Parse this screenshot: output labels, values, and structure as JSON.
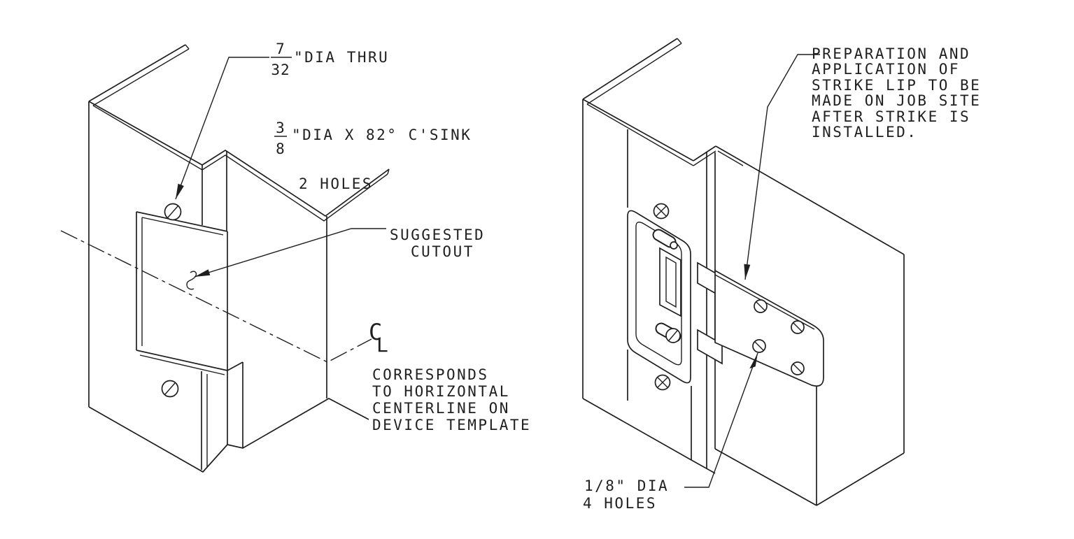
{
  "colors": {
    "line": "#1f1f1f",
    "background": "#ffffff"
  },
  "left_view": {
    "thru_hole_note": {
      "numerator": "7",
      "denominator": "32",
      "text": "\"DIA THRU"
    },
    "csink_note": {
      "numerator": "3",
      "denominator": "8",
      "text": "\"DIA X 82° C'SINK"
    },
    "holes_note": "2 HOLES",
    "cutout_callout": {
      "line1": "SUGGESTED",
      "line2": "CUTOUT"
    },
    "centerline_symbol": {
      "c": "C",
      "l": "L"
    },
    "centerline_note": [
      "CORRESPONDS",
      "TO HORIZONTAL",
      "CENTERLINE ON",
      "DEVICE TEMPLATE"
    ]
  },
  "right_view": {
    "strike_lip_note": [
      "PREPARATION AND",
      "APPLICATION OF",
      "STRIKE LIP TO BE",
      "MADE ON JOB SITE",
      "AFTER STRIKE IS",
      "INSTALLED."
    ],
    "lip_holes_note": {
      "line1": "1/8\" DIA",
      "line2": "4 HOLES"
    }
  }
}
